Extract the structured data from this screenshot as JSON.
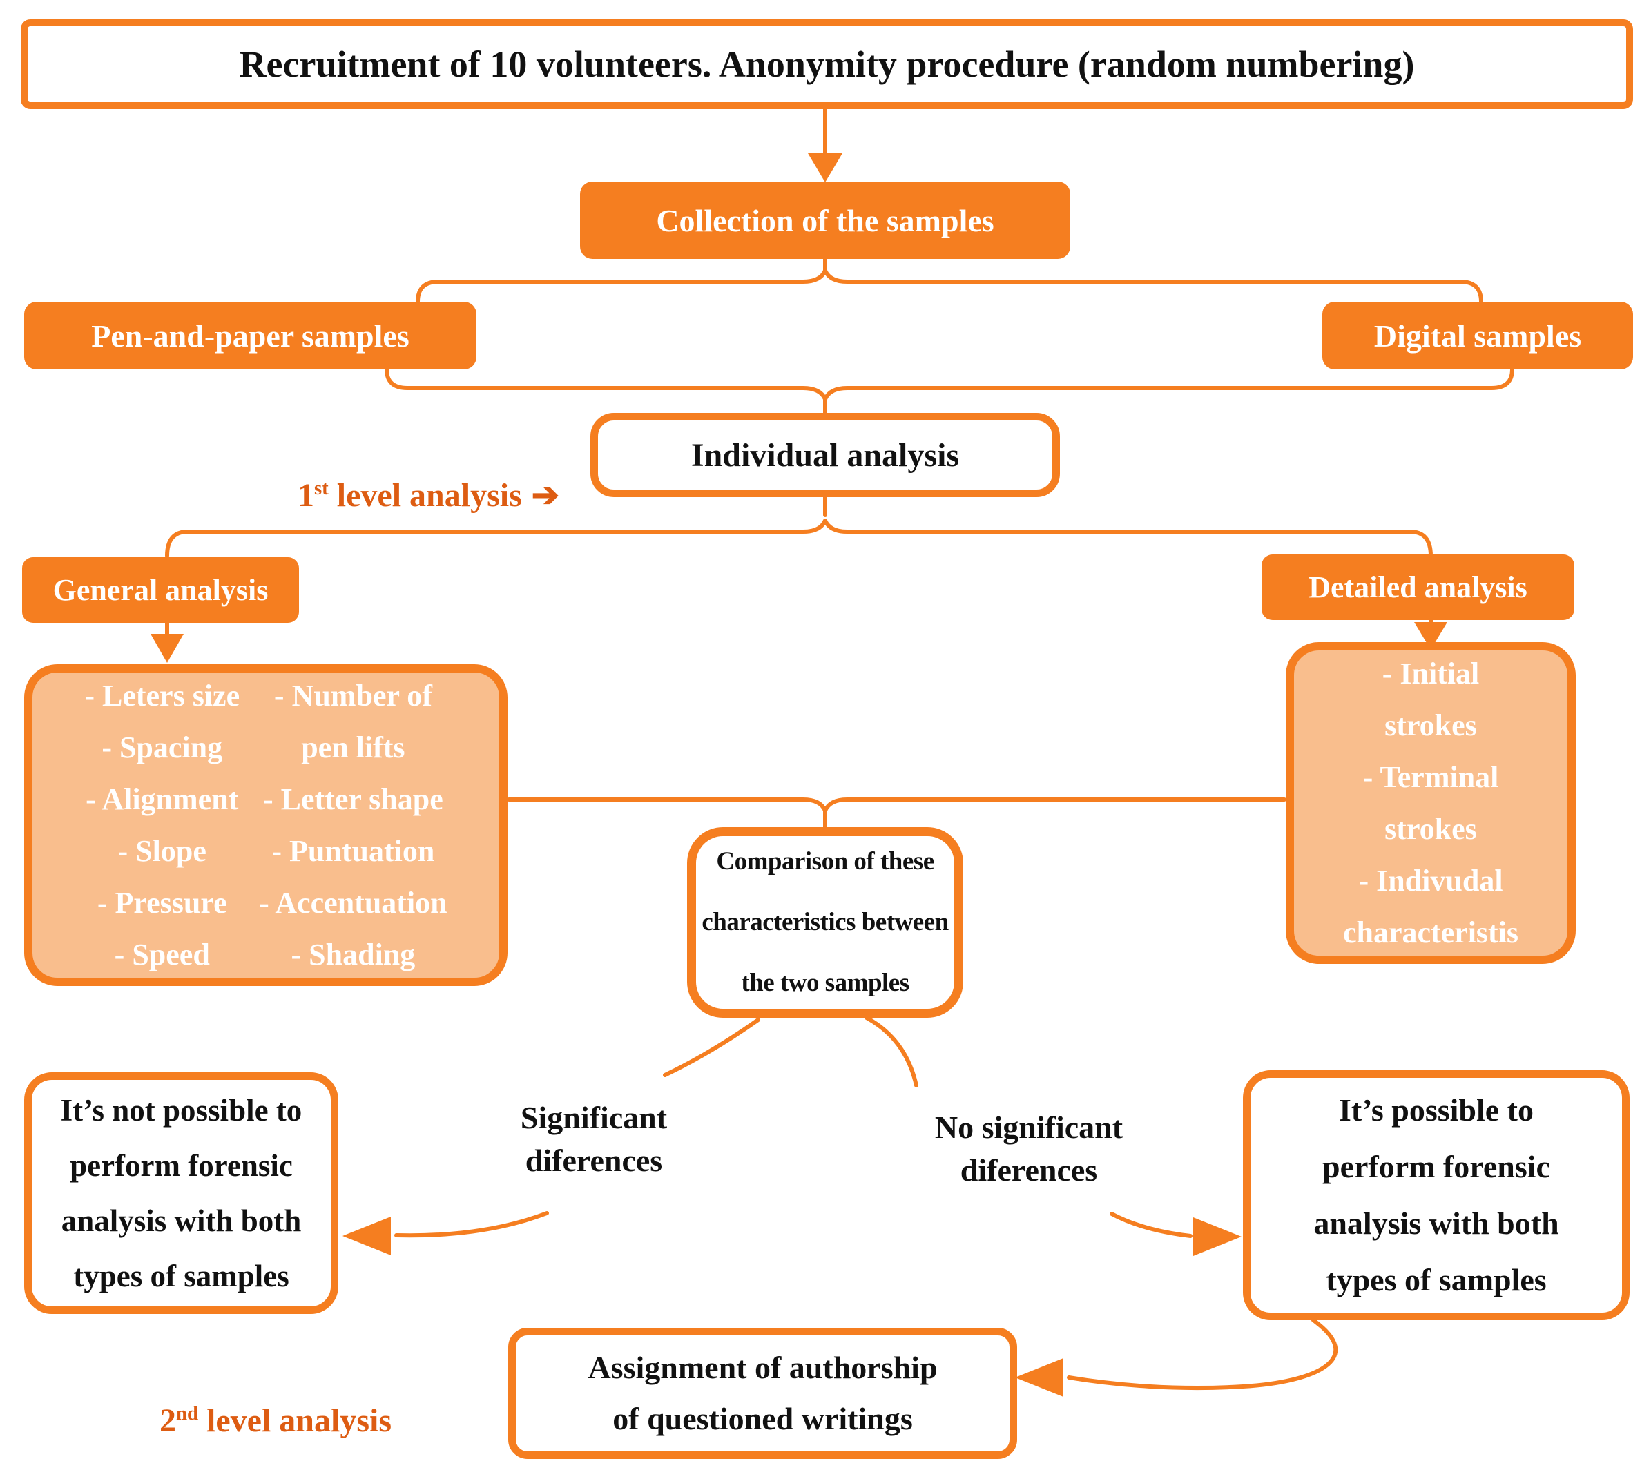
{
  "diagram": {
    "title": "Recruitment of 10 volunteers. Anonymity procedure (random numbering)",
    "nodes": {
      "collection": "Collection of the samples",
      "pen": "Pen-and-paper samples",
      "digital": "Digital samples",
      "individual": "Individual analysis",
      "general": "General analysis",
      "detailed": "Detailed analysis",
      "general_items_col1": "- Leters size\n- Spacing\n- Alignment\n- Slope\n- Pressure\n- Speed",
      "general_items_col2": "- Number of\npen lifts\n- Letter shape\n- Puntuation\n- Accentuation\n- Shading",
      "detailed_items": "- Initial\nstrokes\n- Terminal\nstrokes\n- Indivudal\ncharacteristis",
      "comparison": "Comparison of these\ncharacteristics between\nthe two samples",
      "significant": "Significant\ndiferences",
      "no_significant": "No significant\ndiferences",
      "not_possible": "It’s not possible to\nperform forensic\nanalysis with both\ntypes of samples",
      "possible": "It’s possible to\nperform forensic\nanalysis with both\ntypes of samples",
      "assignment": "Assignment of authorship\nof questioned writings"
    },
    "labels": {
      "level1": {
        "num": "1",
        "sup": "st",
        "rest": " level analysis",
        "arrow": "➔"
      },
      "level2": {
        "num": "2",
        "sup": "nd",
        "rest": " level analysis"
      }
    },
    "colors": {
      "orange": "#F57E20",
      "light_orange": "#F9BE8D",
      "label_orange": "#DD5C12",
      "text_black": "#111111",
      "white": "#FFFFFF"
    }
  }
}
